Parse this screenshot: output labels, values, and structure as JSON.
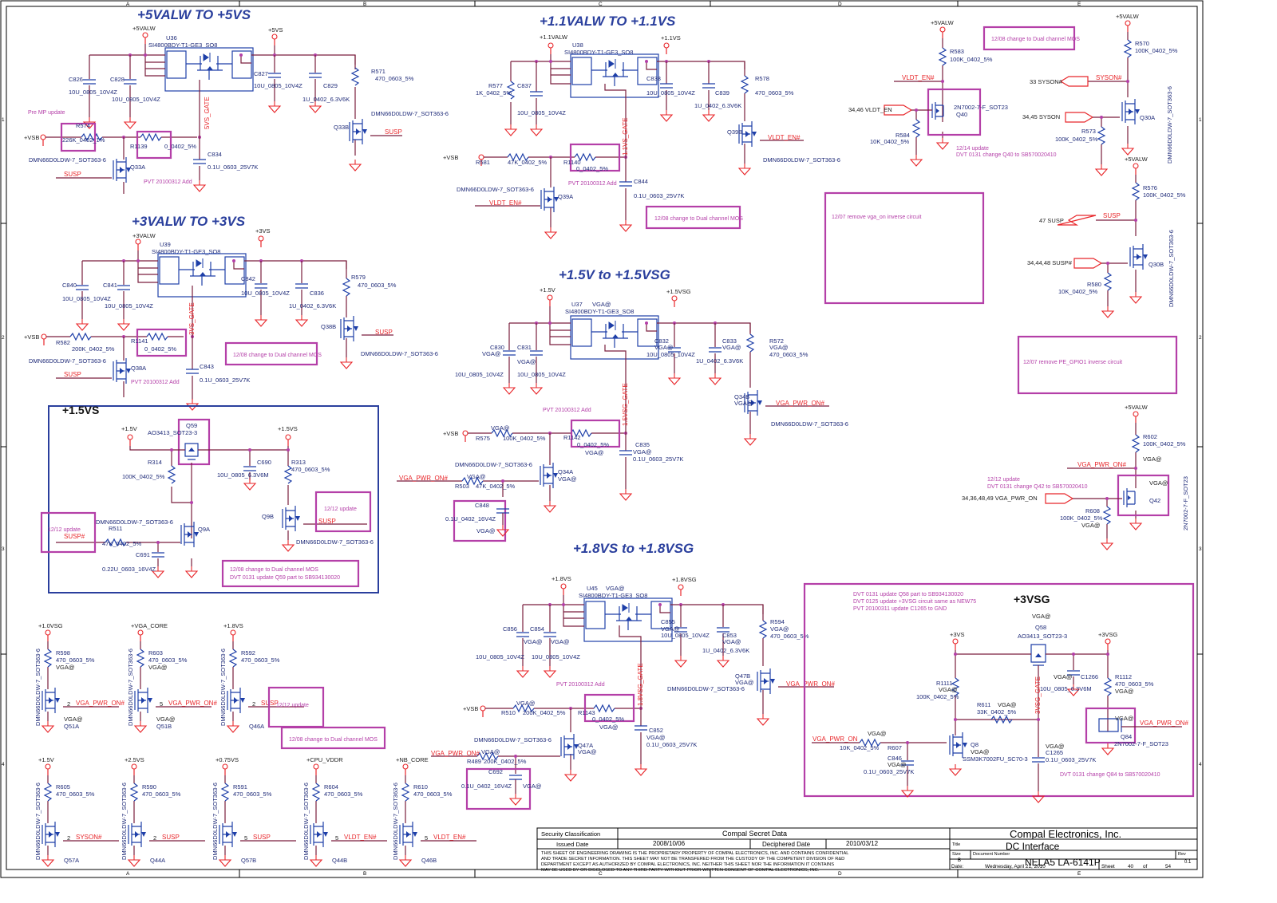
{
  "sheet": {
    "zones_top": [
      "A",
      "B",
      "C",
      "D",
      "E"
    ],
    "zones_side": [
      "1",
      "2",
      "3",
      "4"
    ]
  },
  "colors": {
    "wire": "#7a1f3d",
    "component": "#1e3fa8",
    "net_label": "#e8262a",
    "annotation": "#b43fa8",
    "title": "#2a3f9d"
  },
  "sections": {
    "s5v": {
      "title": "+5VALW TO +5VS",
      "in_rail": "+5VALW",
      "out_rail": "+5VS",
      "ic_ref": "U36",
      "ic_part": "SI4800BDY-T1-GE3_SO8",
      "c1_ref": "C826",
      "c1_val": "10U_0805_10V4Z",
      "c2_ref": "C828",
      "c2_val": "10U_0805_10V4Z",
      "c3_ref": "C827",
      "c3_val": "10U_0805_10V4Z",
      "c4_ref": "C829",
      "c4_val": "1U_0402_6.3V6K",
      "rdis_ref": "R571",
      "rdis_val": "470_0603_5%",
      "qb_ref": "Q33B",
      "qb_part": "DMN66D0LDW-7_SOT363-6",
      "qb_net": "SUSP",
      "vsb": "+VSB",
      "r1_ref": "R574",
      "r1_val": "226K_0402_1%",
      "r2_ref": "R1139",
      "r2_val": "0_0402_5%",
      "gate": "5VS_GATE",
      "cg_ref": "C834",
      "cg_val": "0.1U_0603_25V7K",
      "qa_ref": "Q33A",
      "qa_part": "DMN66D0LDW-7_SOT363-6",
      "qa_net": "SUSP",
      "note1": "Pre MP update",
      "note2": "PVT 20100312 Add"
    },
    "s11v": {
      "title": "+1.1VALW TO +1.1VS",
      "in_rail": "+1.1VALW",
      "out_rail": "+1.1VS",
      "ic_ref": "U38",
      "ic_part": "SI4800BDY-T1-GE3_SO8",
      "r_ref": "R577",
      "r_val": "1K_0402_5%",
      "c1_ref": "C837",
      "c1_val": "10U_0805_10V4Z",
      "c3_ref": "C838",
      "c3_val": "10U_0805_10V4Z",
      "c4_ref": "C839",
      "c4_val": "1U_0402_6.3V6K",
      "rdis_ref": "R578",
      "rdis_val": "470_0603_5%",
      "qb_ref": "Q39B",
      "qb_part": "DMN66D0LDW-7_SOT363-6",
      "qb_net": "VLDT_EN#",
      "vsb": "+VSB",
      "r1_ref": "R581",
      "r1_val": "47K_0402_5%",
      "r2_ref": "R1140",
      "r2_val": "0_0402_5%",
      "gate": "1.1VS_GATE",
      "cg_ref": "C844",
      "cg_val": "0.1U_0603_25V7K",
      "qa_ref": "Q39A",
      "qa_part": "DMN66D0LDW-7_SOT363-6",
      "qa_net": "VLDT_EN#",
      "note1": "PVT 20100312 Add",
      "note2": "12/08 change to Dual channel MOS"
    },
    "s3v": {
      "title": "+3VALW TO +3VS",
      "in_rail": "+3VALW",
      "out_rail": "+3VS",
      "ic_ref": "U39",
      "ic_part": "SI4800BDY-T1-GE3_SO8",
      "c1_ref": "C840",
      "c1_val": "10U_0805_10V4Z",
      "c2_ref": "C841",
      "c2_val": "10U_0805_10V4Z",
      "c3_ref": "C842",
      "c3_val": "10U_0805_10V4Z",
      "c4_ref": "C836",
      "c4_val": "1U_0402_6.3V6K",
      "rdis_ref": "R579",
      "rdis_val": "470_0603_5%",
      "qb_ref": "Q38B",
      "qb_part": "DMN66D0LDW-7_SOT363-6",
      "qb_net": "SUSP",
      "vsb": "+VSB",
      "r1_ref": "R582",
      "r1_val": "200K_0402_5%",
      "r2_ref": "R1141",
      "r2_val": "0_0402_5%",
      "gate": "3VS_GATE",
      "cg_ref": "C843",
      "cg_val": "0.1U_0603_25V7K",
      "qa_ref": "Q38A",
      "qa_part": "DMN66D0LDW-7_SOT363-6",
      "qa_net": "SUSP",
      "note1": "PVT 20100312 Add",
      "note2": "12/08 change to Dual channel MOS"
    },
    "s15vs": {
      "title": "+1.5VS",
      "in_rail": "+1.5V",
      "out_rail": "+1.5VS",
      "q_ref": "Q59",
      "q_part": "AO3413_SOT23-3",
      "r1_ref": "R314",
      "r1_val": "100K_0402_5%",
      "c_ref": "C690",
      "c_val": "10U_0805_6.3V6M",
      "r2_ref": "R313",
      "r2_val": "470_0603_5%",
      "qb_ref": "Q9B",
      "qb_net": "SUSP",
      "qb_part": "DMN66D0LDW-7_SOT363-6",
      "qa_ref": "Q9A",
      "qa_part": "DMN66D0LDW-7_SOT363-6",
      "r3_ref": "R511",
      "r3_val": "47K_0402_5%",
      "c2_ref": "C691",
      "c2_val": "0.22U_0603_16V4Z",
      "in_net": "SUSP#",
      "note1": "12/12 update",
      "note2": "12/12 update",
      "note3": "12/08 change to Dual channel MOS",
      "note4": "DVT 0131 update Q59 part to SB934130020"
    },
    "s15vsg": {
      "title": "+1.5V to +1.5VSG",
      "in_rail": "+1.5V",
      "out_rail": "+1.5VSG",
      "ic_ref": "U37",
      "ic_part": "SI4800BDY-T1-GE3_SO8",
      "opt": "VGA@",
      "c1_ref": "C830",
      "c1_val": "10U_0805_10V4Z",
      "c2_ref": "C831",
      "c2_val": "10U_0805_10V4Z",
      "c3_ref": "C832",
      "c3_val": "10U_0805_10V4Z",
      "c4_ref": "C833",
      "c4_val": "1U_0402_6.3V6K",
      "rdis_ref": "R572",
      "rdis_val": "470_0603_5%",
      "qb_ref": "Q34B",
      "qb_part": "DMN66D0LDW-7_SOT363-6",
      "qb_net": "VGA_PWR_ON#",
      "vsb": "+VSB",
      "r1_ref": "R575",
      "r1_val": "100K_0402_5%",
      "r2_ref": "R1142",
      "r2_val": "0_0402_5%",
      "gate": "1.5VSG_GATE",
      "cg_ref": "C835",
      "cg_val": "0.1U_0603_25V7K",
      "qa_ref": "Q34A",
      "qa_part": "DMN66D0LDW-7_SOT363-6",
      "r3_ref": "R503",
      "r3_val": "47K_0402_5%",
      "in_net": "VGA_PWR_ON#",
      "c5_ref": "C848",
      "c5_val": "0.1U_0402_16V4Z",
      "note1": "PVT 20100312 Add"
    },
    "s18vsg": {
      "title": "+1.8VS to +1.8VSG",
      "in_rail": "+1.8VS",
      "out_rail": "+1.8VSG",
      "ic_ref": "U45",
      "ic_part": "SI4800BDY-T1-GE3_SO8",
      "opt": "VGA@",
      "c1_ref": "C856",
      "c1_val": "10U_0805_10V4Z",
      "c2_ref": "C854",
      "c2_val": "10U_0805_10V4Z",
      "c3_ref": "C855",
      "c3_val": "10U_0805_10V4Z",
      "c4_ref": "C853",
      "c4_val": "1U_0402_6.3V6K",
      "rdis_ref": "R594",
      "rdis_val": "470_0603_5%",
      "qb_ref": "Q47B",
      "qb_part": "DMN66D0LDW-7_SOT363-6",
      "qb_net": "VGA_PWR_ON#",
      "vsb": "+VSB",
      "r1_ref": "R510",
      "r1_val": "200K_0402_5%",
      "r2_ref": "R1143",
      "r2_val": "0_0402_5%",
      "gate": "1.8VSG_GATE",
      "cg_ref": "C852",
      "cg_val": "0.1U_0603_25V7K",
      "qa_ref": "Q47A",
      "qa_part": "DMN66D0LDW-7_SOT363-6",
      "r3_ref": "R489",
      "r3_val": "200K_0402_5%",
      "in_net": "VGA_PWR_ON#",
      "c5_ref": "C692",
      "c5_val": "0.1U_0402_16V4Z",
      "note1": "PVT 20100312 Add"
    },
    "ctrl": {
      "rail_5valw": "+5VALW",
      "r583_ref": "R583",
      "r583_val": "100K_0402_5%",
      "vldt_en_n": "VLDT_EN#",
      "vldt_en_port": "34,46  VLDT_EN",
      "q40_ref": "Q40",
      "q40_part": "2N7002-7-F_SOT23",
      "r584_ref": "R584",
      "r584_val": "10K_0402_5%",
      "note_q40a": "12/14 update",
      "note_q40b": "DVT 0131 change Q40 to SB570020410",
      "note_mos": "12/08 change to Dual channel MOS",
      "r570_ref": "R570",
      "r570_val": "100K_0402_5%",
      "syson_n_port": "33  SYSON#",
      "syson_n": "SYSON#",
      "syson_port": "34,45  SYSON",
      "r573_ref": "R573",
      "r573_val": "100K_0402_5%",
      "q30a_ref": "Q30A",
      "q30_part": "DMN66D0LDW-7_SOT363-6",
      "r576_ref": "R576",
      "r576_val": "100K_0402_5%",
      "susp_port": "47  SUSP",
      "susp": "SUSP",
      "susp_n_port": "34,44,48  SUSP#",
      "r580_ref": "R580",
      "r580_val": "10K_0402_5%",
      "q30b_ref": "Q30B",
      "note_vga": "12/07 remove vga_on inverse circuit",
      "note_pe": "12/07 remove PE_GPIO1 inverse circuit",
      "r602_ref": "R602",
      "r602_val": "100K_0402_5%",
      "vga_pwr_on_n": "VGA_PWR_ON#",
      "vga_pwr_on_port": "34,36,48,49  VGA_PWR_ON",
      "q42_ref": "Q42",
      "q42_part": "2N7002-7-F_SOT23",
      "r608_ref": "R608",
      "r608_val": "100K_0402_5%",
      "note_q42a": "12/12 update",
      "note_q42b": "DVT 0131 change Q42 to SB570020410",
      "opt": "VGA@"
    },
    "s3vsg": {
      "title": "+3VSG",
      "note1": "DVT 0131 update Q58 part to SB934130020",
      "note2": "DVT 0125 update +3VSG circuit same as NEW75",
      "note3": "PVT 20100311 update C1265 to GND",
      "opt": "VGA@",
      "q58_ref": "Q58",
      "q58_part": "AO3413_SOT23-3",
      "in_rail": "+3VS",
      "out_rail": "+3VSG",
      "r1111_ref": "R1111",
      "r1111_val": "100K_0402_5%",
      "c1266_ref": "C1266",
      "c1266_val": "10U_0805_6.3V6M",
      "r1112_ref": "R1112",
      "r1112_val": "470_0603_5%",
      "r611_ref": "R611",
      "r611_val": "33K_0402_5%",
      "gate": "3VSG_GATE",
      "in_net": "VGA_PWR_ON",
      "r607_ref": "R607",
      "r607_val": "10K_0402_5%",
      "q8_ref": "Q8",
      "q8_part": "SSM3K7002FU_SC70-3",
      "c1265_ref": "C1265",
      "c1265_val": "0.1U_0603_25V7K",
      "c846_ref": "C846",
      "c846_val": "0.1U_0603_25V7K",
      "q84_ref": "Q84",
      "q84_part": "2N7002-7-F_SOT23",
      "q84_net": "VGA_PWR_ON#",
      "note4": "DVT 0131 change Q84 to SB570020410"
    },
    "discharge": [
      {
        "rail": "+1.0VSG",
        "r_ref": "R598",
        "r_val": "470_0603_5%",
        "opt": "VGA@",
        "q_ref": "Q51A",
        "q_opt": "VGA@",
        "pin": "2",
        "net": "VGA_PWR_ON#"
      },
      {
        "rail": "+VGA_CORE",
        "r_ref": "R603",
        "r_val": "470_0603_5%",
        "opt": "VGA@",
        "q_ref": "Q51B",
        "q_opt": "VGA@",
        "pin": "5",
        "net": "VGA_PWR_ON#"
      },
      {
        "rail": "+1.8VS",
        "r_ref": "R592",
        "r_val": "470_0603_5%",
        "opt": "",
        "q_ref": "Q46A",
        "q_opt": "",
        "pin": "2",
        "net": "SUSP"
      },
      {
        "rail": "+1.5V",
        "r_ref": "R605",
        "r_val": "470_0603_5%",
        "opt": "",
        "q_ref": "Q57A",
        "q_opt": "",
        "pin": "2",
        "net": "SYSON#"
      },
      {
        "rail": "+2.5VS",
        "r_ref": "R590",
        "r_val": "470_0603_5%",
        "opt": "",
        "q_ref": "Q44A",
        "q_opt": "",
        "pin": "2",
        "net": "SUSP"
      },
      {
        "rail": "+0.75VS",
        "r_ref": "R591",
        "r_val": "470_0603_5%",
        "opt": "",
        "q_ref": "Q57B",
        "q_opt": "",
        "pin": "5",
        "net": "SUSP"
      },
      {
        "rail": "+CPU_VDDR",
        "r_ref": "R604",
        "r_val": "470_0603_5%",
        "opt": "",
        "q_ref": "Q44B",
        "q_opt": "",
        "pin": "5",
        "net": "VLDT_EN#"
      },
      {
        "rail": "+NB_CORE",
        "r_ref": "R610",
        "r_val": "470_0603_5%",
        "opt": "",
        "q_ref": "Q46B",
        "q_opt": "",
        "pin": "5",
        "net": "VLDT_EN#"
      }
    ],
    "discharge_part": "DMN66D0LDW-7_SOT363-6",
    "discharge_note1": "12/12 update",
    "discharge_note2": "12/08 change to Dual channel MOS"
  },
  "title_block": {
    "security_label": "Security Classification",
    "security_value": "Compal Secret Data",
    "issued_label": "Issued Date",
    "issued_value": "2008/10/06",
    "deciphered_label": "Deciphered Date",
    "deciphered_value": "2010/03/12",
    "company": "Compal Electronics, Inc.",
    "title_label": "Title",
    "title": "DC Interface",
    "size_label": "Size",
    "size": "B",
    "docnum_label": "Document Number",
    "docnum": "NELA5  LA-6141P",
    "rev_label": "Rev",
    "rev": "0.1",
    "date_label": "Date:",
    "date": "Wednesday, April 21, 2010",
    "sheet_label": "Sheet",
    "sheet": "40",
    "of_label": "of",
    "total": "54",
    "disclaimer": [
      "THIS SHEET OF ENGINEERING DRAWING IS THE PROPRIETARY PROPERTY OF COMPAL ELECTRONICS, INC. AND CONTAINS CONFIDENTIAL",
      "AND TRADE SECRET INFORMATION. THIS SHEET MAY NOT BE TRANSFERED FROM THE CUSTODY OF THE COMPETENT DIVISION OF R&D",
      "DEPARTMENT EXCEPT AS AUTHORIZED BY COMPAL ELECTRONICS, INC. NEITHER THIS SHEET NOR THE INFORMATION IT CONTAINS",
      "MAY BE USED BY OR DISCLOSED TO ANY THIRD PARTY WITHOUT PRIOR WRITTEN CONSENT OF COMPAL ELECTRONICS, INC."
    ]
  }
}
